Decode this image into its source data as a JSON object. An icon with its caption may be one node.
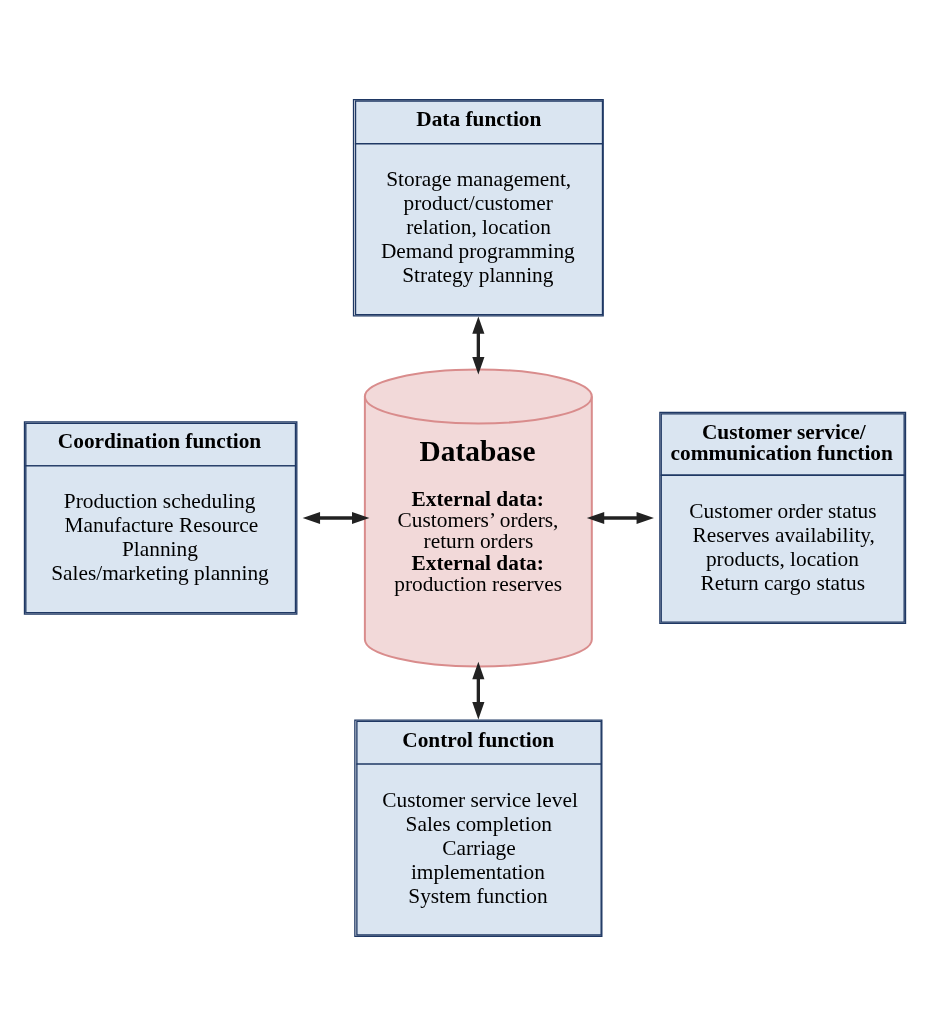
{
  "diagram": {
    "nodes": [
      {
        "text": [
          "Data function",
          "Storage management, product/customer relation, location",
          "Demand programming",
          "Strategy planning"
        ]
      },
      {
        "text": [
          "Coordination function",
          "Production scheduling",
          "Manufacture Resource Planning",
          "Sales/marketing planning"
        ]
      },
      {
        "text": [
          "Database",
          "External data:",
          "Customers’ orders, return orders",
          "External data:",
          "production reserves"
        ]
      },
      {
        "text": [
          "Customer service/ communication function",
          "Customer order status",
          "Reserves availability, products, location",
          "Return cargo status"
        ]
      },
      {
        "text": [
          "Control function",
          "Customer service level",
          "Sales completion",
          "Carriage implementation",
          "System function"
        ]
      }
    ],
    "edges": [
      {
        "from": 0,
        "to": 2,
        "arrow": "both"
      },
      {
        "from": 1,
        "to": 2,
        "arrow": "both"
      },
      {
        "from": 2,
        "to": 3,
        "arrow": "both"
      },
      {
        "from": 2,
        "to": 4,
        "arrow": "both"
      }
    ]
  }
}
